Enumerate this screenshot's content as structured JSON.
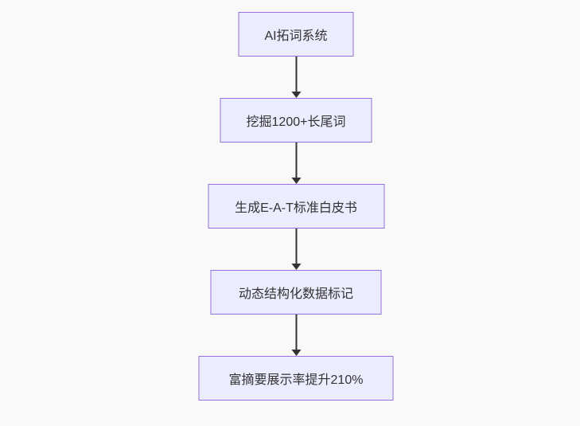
{
  "diagram": {
    "kind": "flowchart",
    "direction": "top-down",
    "colors": {
      "background": "#f9f9f9",
      "node_fill": "#ECECFF",
      "node_border": "#9370DB",
      "arrow": "#333333",
      "text": "#333333"
    },
    "nodes": [
      {
        "id": "step-1",
        "label": "AI拓词系统"
      },
      {
        "id": "step-2",
        "label": "挖掘1200+长尾词"
      },
      {
        "id": "step-3",
        "label": "生成E-A-T标准白皮书"
      },
      {
        "id": "step-4",
        "label": "动态结构化数据标记"
      },
      {
        "id": "step-5",
        "label": "富摘要展示率提升210%"
      }
    ],
    "edges": [
      {
        "from": "step-1",
        "to": "step-2"
      },
      {
        "from": "step-2",
        "to": "step-3"
      },
      {
        "from": "step-3",
        "to": "step-4"
      },
      {
        "from": "step-4",
        "to": "step-5"
      }
    ]
  }
}
